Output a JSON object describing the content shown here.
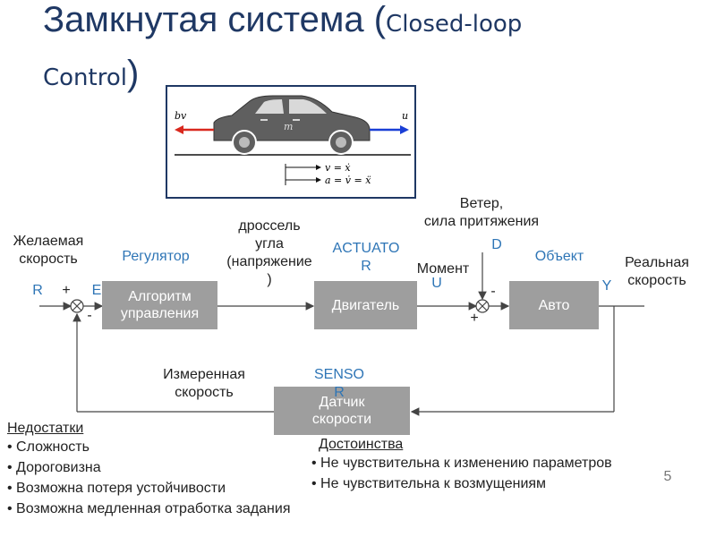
{
  "title": {
    "main": "Замкнутая система ",
    "paren_open": "(",
    "sub1": "Closed-loop",
    "sub2": "Control",
    "paren_close": ")"
  },
  "car": {
    "bv": "bv",
    "u": "u",
    "m": "m",
    "eq1": "v = ẋ",
    "eq2": "a = v̇ = ẍ"
  },
  "labels": {
    "desired_speed": [
      "Желаемая",
      "скорость"
    ],
    "regulator": "Регулятор",
    "throttle": [
      "дроссель",
      "угла",
      "(напряжение",
      ")"
    ],
    "actuator": [
      "ACTUATO",
      "R"
    ],
    "wind": [
      "Ветер,",
      "сила притяжения"
    ],
    "d": "D",
    "moment": "Момент",
    "u_sig": "U",
    "object": "Объект",
    "real_speed": [
      "Реальная",
      "скорость"
    ],
    "r": "R",
    "plus1": "+",
    "e": "E",
    "minus1": "-",
    "minus2": "-",
    "plus2": "+",
    "y": "Y",
    "measured_speed": [
      "Измеренная",
      "скорость"
    ],
    "sensor": [
      "SENSO",
      "R"
    ],
    "page_num": "5"
  },
  "blocks": {
    "algorithm": [
      "Алгоритм",
      "управления"
    ],
    "engine": "Двигатель",
    "auto": "Авто",
    "speed_sensor": [
      "Датчик",
      "скорости"
    ]
  },
  "disadvantages": {
    "head": "Недостатки",
    "items": [
      "• Сложность",
      "• Дороговизна",
      "• Возможна потеря устойчивости",
      "• Возможна медленная отработка задания"
    ]
  },
  "advantages": {
    "head": "Достоинства",
    "items": [
      "• Не чувствительна к изменению параметров",
      "• Не чувствительна к возмущениям"
    ]
  },
  "colors": {
    "title": "#1f3864",
    "accent_blue": "#2e75b6",
    "block_gray": "#9e9e9e"
  }
}
